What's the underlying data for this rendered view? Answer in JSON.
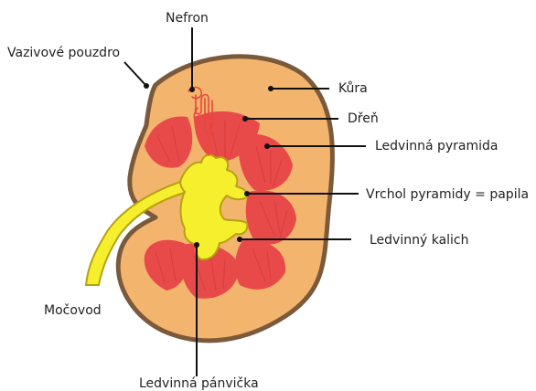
{
  "labels": {
    "nephron": "Nefron",
    "capsule": "Vazivové pouzdro",
    "cortex": "Kůra",
    "medulla": "Dřeň",
    "pyramid": "Ledvinná pyramida",
    "papilla": "Vrchol pyramidy = papila",
    "calyx": "Ledvinný kalich",
    "ureter": "Močovod",
    "pelvis": "Ledvinná pánvička"
  },
  "colors": {
    "capsule": "#7b5a3c",
    "cortex": "#f3b46e",
    "medulla": "#e84a4a",
    "medulla_dark": "#d93c3c",
    "pelvis": "#f6ef2e",
    "pelvis_outline": "#b7a20f",
    "nephron": "#e8473c",
    "leader": "#111111"
  }
}
